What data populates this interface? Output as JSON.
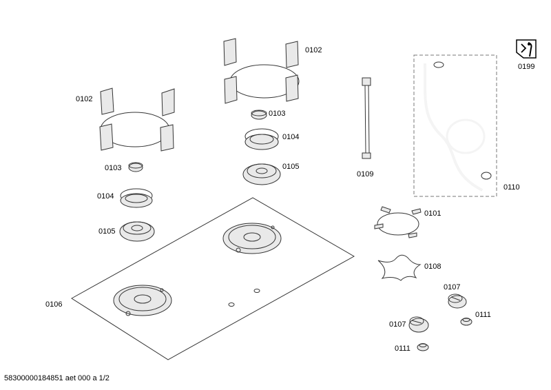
{
  "parts": {
    "p0102_left": "0102",
    "p0102_right": "0102",
    "p0103_left": "0103",
    "p0103_right": "0103",
    "p0104_left": "0104",
    "p0104_right": "0104",
    "p0105_left": "0105",
    "p0105_right": "0105",
    "p0106": "0106",
    "p0101": "0101",
    "p0108": "0108",
    "p0107_top": "0107",
    "p0107_bottom": "0107",
    "p0111_right": "0111",
    "p0111_bottom": "0111",
    "p0109": "0109",
    "p0110": "0110",
    "p0199": "0199"
  },
  "footer": "58300000184851 aet 000 a 1/2"
}
